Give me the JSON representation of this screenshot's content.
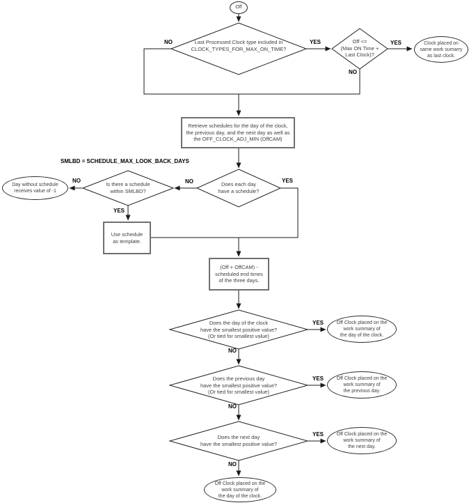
{
  "labels": {
    "yes": "YES",
    "no": "NO"
  },
  "colors": {
    "background": "#ffffff",
    "connector_line": "#1a1a1a",
    "process_border": "#6f6f6f",
    "shape_border": "#1f1f1f",
    "node_text": "#3d3d3d",
    "branch_label": "#000000"
  },
  "nodes": {
    "start": {
      "type": "terminator",
      "lines": [
        "Off"
      ]
    },
    "decision_clock_type": {
      "type": "decision",
      "lines": [
        "Last Processed Clock type included in",
        "CLOCK_TYPES_FOR_MAX_ON_TIME?"
      ]
    },
    "decision_max_on_time": {
      "type": "decision",
      "lines": [
        "Off <=",
        "(Max ON Time +",
        "Last Clock)?"
      ]
    },
    "terminal_same_summary": {
      "type": "terminator",
      "lines": [
        "Clock placed on",
        "same work sumarry",
        "as last clock."
      ]
    },
    "process_retrieve": {
      "type": "process",
      "lines": [
        "Retrieve schedules for the day of the clock,",
        "the previous day, and the next day as well as",
        "the OFF_CLOCK_ADJ_MIN (OffCAM)"
      ]
    },
    "note_smlbd": {
      "type": "annotation",
      "lines": [
        "SMLBD = SCHEDULE_MAX_LOOK_BACK_DAYS"
      ]
    },
    "decision_each_day": {
      "type": "decision",
      "lines": [
        "Does each day",
        "have a schedule?"
      ]
    },
    "decision_within_smlbd": {
      "type": "decision",
      "lines": [
        "Is there a schedule",
        "within SMLBD?"
      ]
    },
    "terminal_no_schedule": {
      "type": "terminator",
      "lines": [
        "Day without schedule",
        "receives value of -1"
      ]
    },
    "process_use_template": {
      "type": "process",
      "lines": [
        "Use schedule",
        "as template."
      ]
    },
    "process_offcam": {
      "type": "process",
      "lines": [
        "(Off + OffCAM) -",
        "scheduled end times",
        "of the three days."
      ]
    },
    "decision_day_of_clock": {
      "type": "decision",
      "lines": [
        "Does the day of the clock",
        "have the smallest positive value?",
        "(Or tied for smallest value)"
      ]
    },
    "terminal_day_of_clock": {
      "type": "terminator",
      "lines": [
        "Off Clock placed on the",
        "work summary of",
        "the day of the clock."
      ]
    },
    "decision_previous_day": {
      "type": "decision",
      "lines": [
        "Does the previous day",
        "have the smallest positive value?",
        "(Or tied for smallest value)"
      ]
    },
    "terminal_previous_day": {
      "type": "terminator",
      "lines": [
        "Off Clock placed on the",
        "work summary of",
        "the previous day."
      ]
    },
    "decision_next_day": {
      "type": "decision",
      "lines": [
        "Does the next day",
        "have the smallest positive value?"
      ]
    },
    "terminal_next_day": {
      "type": "terminator",
      "lines": [
        "Off Clock placed on the",
        "work summary of",
        "the next day."
      ]
    },
    "terminal_final_day_of_clock": {
      "type": "terminator",
      "lines": [
        "Off Clock placed on the",
        "work summary of",
        "the day of the clock."
      ]
    }
  }
}
